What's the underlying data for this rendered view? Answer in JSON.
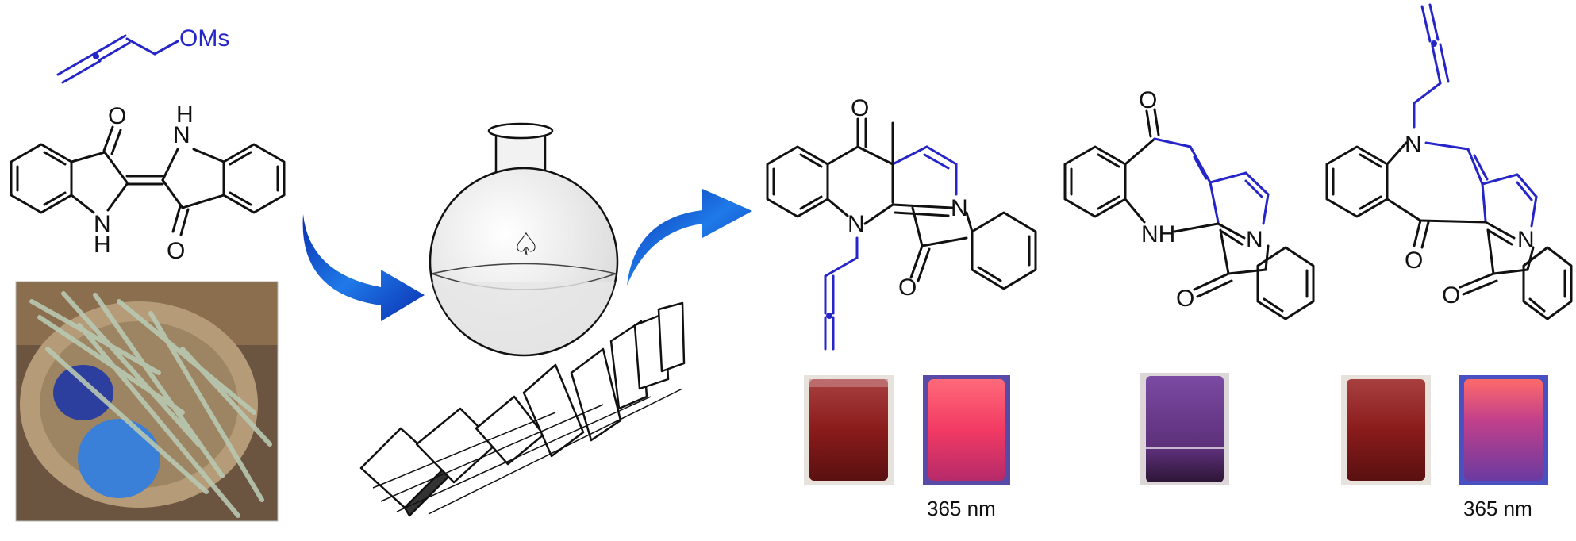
{
  "reagent": {
    "group_label": "OMs"
  },
  "atoms": {
    "O": "O",
    "N": "N",
    "H": "H",
    "NH": "NH"
  },
  "flask": {
    "symbol": "♤"
  },
  "captions": {
    "uv_left": "365 nm",
    "uv_right": "365 nm"
  },
  "colors": {
    "bond_black": "#111111",
    "bond_blue": "#2525c8",
    "arrow_blue": "#1a5fd6",
    "vial_red": "#8e1e1e",
    "vial_pink_uv": "#f03a5c",
    "vial_purple": "#6a3a8c",
    "vial_uv_purple": "#8c3a8c"
  },
  "icons": [
    "curved-arrow-icon",
    "round-bottom-flask-icon",
    "domino-icon",
    "spade-icon",
    "yarn-basket-photo"
  ]
}
